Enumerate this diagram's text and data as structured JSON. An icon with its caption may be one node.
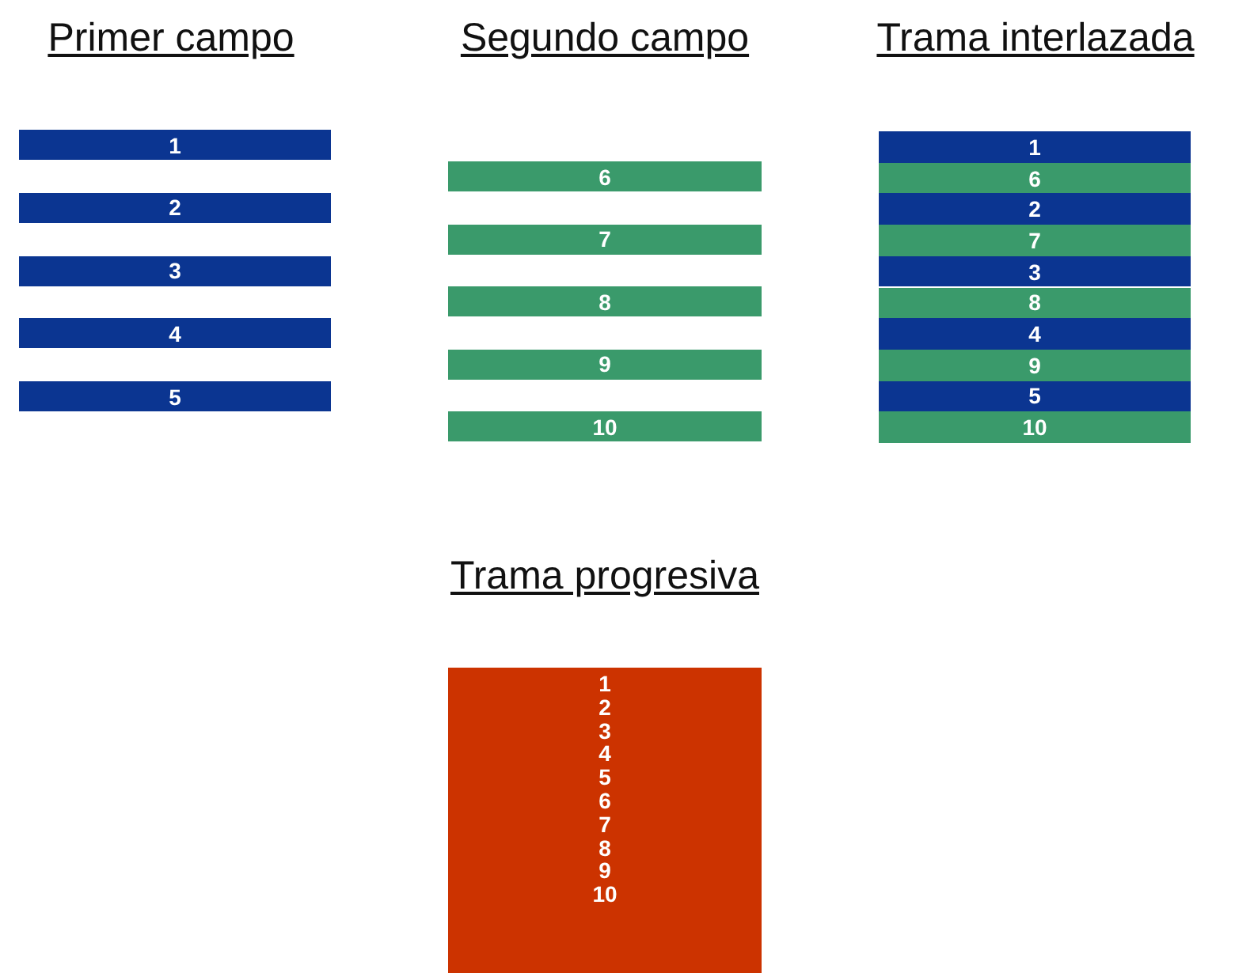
{
  "diagram": {
    "nodes": [
      {
        "text": [
          "1"
        ]
      },
      {
        "text": [
          "2"
        ]
      },
      {
        "text": [
          "3"
        ]
      },
      {
        "text": [
          "4"
        ]
      },
      {
        "text": [
          "5"
        ]
      },
      {
        "text": [
          "6"
        ]
      },
      {
        "text": [
          "7"
        ]
      },
      {
        "text": [
          "8"
        ]
      },
      {
        "text": [
          "9"
        ]
      },
      {
        "text": [
          "10"
        ]
      },
      {
        "text": [
          "1"
        ]
      },
      {
        "text": [
          "6"
        ]
      },
      {
        "text": [
          "2"
        ]
      },
      {
        "text": [
          "7"
        ]
      },
      {
        "text": [
          "3"
        ]
      },
      {
        "text": [
          "8"
        ]
      },
      {
        "text": [
          "4"
        ]
      },
      {
        "text": [
          "9"
        ]
      },
      {
        "text": [
          "5"
        ]
      },
      {
        "text": [
          "10"
        ]
      },
      {
        "text": [
          "1",
          "2",
          "3",
          "4",
          "5",
          "6",
          "7",
          "8",
          "9",
          "10"
        ]
      }
    ],
    "edges": [],
    "labels": [
      "Primer campo",
      "Segundo campo",
      "Trama interlazada",
      "Trama progresiva"
    ]
  }
}
